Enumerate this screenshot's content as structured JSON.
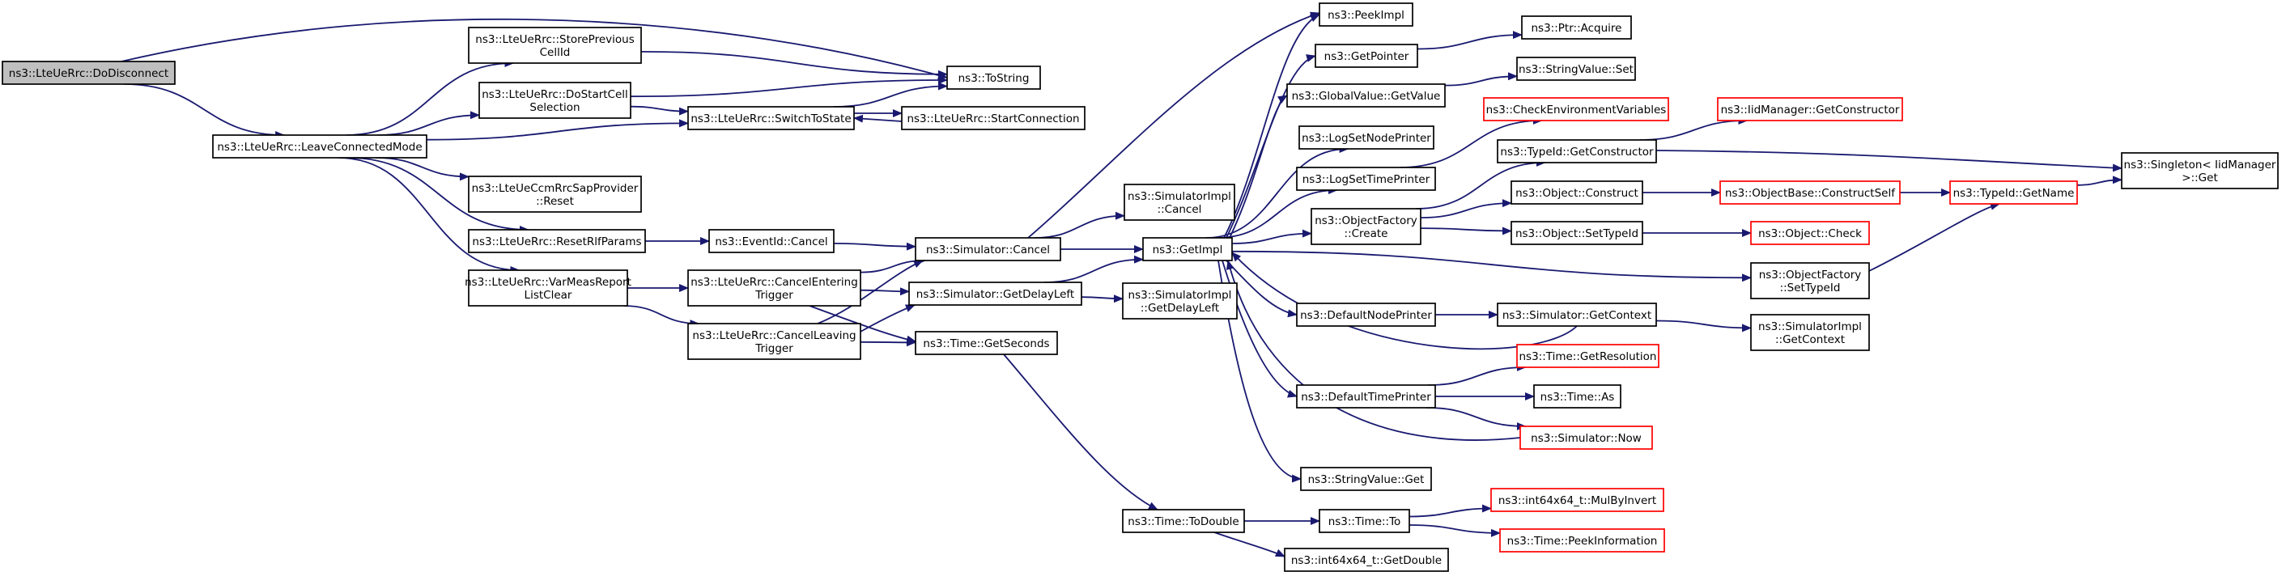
{
  "colors": {
    "edge": "#191970",
    "node_border": "#000000",
    "node_fill": "#ffffff",
    "root_fill": "#bfbfbf",
    "partial_border": "#ff0000",
    "text": "#000000"
  },
  "nodes": [
    {
      "id": "doDisconnect",
      "lines": [
        "ns3::LteUeRrc::DoDisconnect"
      ],
      "root": true
    },
    {
      "id": "leaveConnectedMode",
      "lines": [
        "ns3::LteUeRrc::LeaveConnectedMode"
      ]
    },
    {
      "id": "storePreviousCellId",
      "lines": [
        "ns3::LteUeRrc::StorePrevious",
        "CellId"
      ]
    },
    {
      "id": "doStartCellSelection",
      "lines": [
        "ns3::LteUeRrc::DoStartCell",
        "Selection"
      ]
    },
    {
      "id": "ccmRrcSapReset",
      "lines": [
        "ns3::LteUeCcmRrcSapProvider",
        "::Reset"
      ]
    },
    {
      "id": "resetRlfParams",
      "lines": [
        "ns3::LteUeRrc::ResetRlfParams"
      ]
    },
    {
      "id": "varMeasReportListClear",
      "lines": [
        "ns3::LteUeRrc::VarMeasReport",
        "ListClear"
      ]
    },
    {
      "id": "toString",
      "lines": [
        "ns3::ToString"
      ]
    },
    {
      "id": "switchToState",
      "lines": [
        "ns3::LteUeRrc::SwitchToState"
      ]
    },
    {
      "id": "startConnection",
      "lines": [
        "ns3::LteUeRrc::StartConnection"
      ]
    },
    {
      "id": "eventIdCancel",
      "lines": [
        "ns3::EventId::Cancel"
      ]
    },
    {
      "id": "cancelEnteringTrigger",
      "lines": [
        "ns3::LteUeRrc::CancelEntering",
        "Trigger"
      ]
    },
    {
      "id": "cancelLeavingTrigger",
      "lines": [
        "ns3::LteUeRrc::CancelLeaving",
        "Trigger"
      ]
    },
    {
      "id": "simulatorCancel",
      "lines": [
        "ns3::Simulator::Cancel"
      ]
    },
    {
      "id": "simulatorGetDelayLeft",
      "lines": [
        "ns3::Simulator::GetDelayLeft"
      ]
    },
    {
      "id": "timeGetSeconds",
      "lines": [
        "ns3::Time::GetSeconds"
      ]
    },
    {
      "id": "simulatorImplCancel",
      "lines": [
        "ns3::SimulatorImpl",
        "::Cancel"
      ]
    },
    {
      "id": "simulatorImplGetDelayLeft",
      "lines": [
        "ns3::SimulatorImpl",
        "::GetDelayLeft"
      ]
    },
    {
      "id": "getImpl",
      "lines": [
        "ns3::GetImpl"
      ]
    },
    {
      "id": "timeToDouble",
      "lines": [
        "ns3::Time::ToDouble"
      ]
    },
    {
      "id": "timeTo",
      "lines": [
        "ns3::Time::To"
      ]
    },
    {
      "id": "int64GetDouble",
      "lines": [
        "ns3::int64x64_t::GetDouble"
      ]
    },
    {
      "id": "peekImpl",
      "lines": [
        "ns3::PeekImpl"
      ]
    },
    {
      "id": "getPointer",
      "lines": [
        "ns3::GetPointer"
      ]
    },
    {
      "id": "globalValueGetValue",
      "lines": [
        "ns3::GlobalValue::GetValue"
      ]
    },
    {
      "id": "logSetNodePrinter",
      "lines": [
        "ns3::LogSetNodePrinter"
      ]
    },
    {
      "id": "logSetTimePrinter",
      "lines": [
        "ns3::LogSetTimePrinter"
      ]
    },
    {
      "id": "objectFactoryCreate",
      "lines": [
        "ns3::ObjectFactory",
        "::Create"
      ]
    },
    {
      "id": "defaultNodePrinter",
      "lines": [
        "ns3::DefaultNodePrinter"
      ]
    },
    {
      "id": "defaultTimePrinter",
      "lines": [
        "ns3::DefaultTimePrinter"
      ]
    },
    {
      "id": "stringValueGet",
      "lines": [
        "ns3::StringValue::Get"
      ]
    },
    {
      "id": "ptrAcquire",
      "lines": [
        "ns3::Ptr::Acquire"
      ]
    },
    {
      "id": "stringValueSet",
      "lines": [
        "ns3::StringValue::Set"
      ]
    },
    {
      "id": "checkEnvironmentVariables",
      "lines": [
        "ns3::CheckEnvironmentVariables"
      ],
      "partial": true
    },
    {
      "id": "typeIdGetConstructor",
      "lines": [
        "ns3::TypeId::GetConstructor"
      ]
    },
    {
      "id": "objectConstruct",
      "lines": [
        "ns3::Object::Construct"
      ]
    },
    {
      "id": "objectSetTypeId",
      "lines": [
        "ns3::Object::SetTypeId"
      ]
    },
    {
      "id": "objectFactorySetTypeId",
      "lines": [
        "ns3::ObjectFactory",
        "::SetTypeId"
      ]
    },
    {
      "id": "simulatorGetContext",
      "lines": [
        "ns3::Simulator::GetContext"
      ]
    },
    {
      "id": "timeGetResolution",
      "lines": [
        "ns3::Time::GetResolution"
      ],
      "partial": true
    },
    {
      "id": "timeAs",
      "lines": [
        "ns3::Time::As"
      ]
    },
    {
      "id": "simulatorNow",
      "lines": [
        "ns3::Simulator::Now"
      ],
      "partial": true
    },
    {
      "id": "mulByInvert",
      "lines": [
        "ns3::int64x64_t::MulByInvert"
      ],
      "partial": true
    },
    {
      "id": "peekInformation",
      "lines": [
        "ns3::Time::PeekInformation"
      ],
      "partial": true
    },
    {
      "id": "iidManagerGetConstructor",
      "lines": [
        "ns3::IidManager::GetConstructor"
      ],
      "partial": true
    },
    {
      "id": "objectBaseConstructSelf",
      "lines": [
        "ns3::ObjectBase::ConstructSelf"
      ],
      "partial": true
    },
    {
      "id": "objectCheck",
      "lines": [
        "ns3::Object::Check"
      ],
      "partial": true
    },
    {
      "id": "simulatorImplGetContext",
      "lines": [
        "ns3::SimulatorImpl",
        "::GetContext"
      ]
    },
    {
      "id": "typeIdGetName",
      "lines": [
        "ns3::TypeId::GetName"
      ],
      "partial": true
    },
    {
      "id": "singletonGet",
      "lines": [
        "ns3::Singleton< IidManager",
        " >::Get"
      ]
    }
  ],
  "edges": [
    [
      "doDisconnect",
      "leaveConnectedMode"
    ],
    [
      "doDisconnect",
      "toString"
    ],
    [
      "leaveConnectedMode",
      "storePreviousCellId"
    ],
    [
      "leaveConnectedMode",
      "doStartCellSelection"
    ],
    [
      "leaveConnectedMode",
      "switchToState"
    ],
    [
      "leaveConnectedMode",
      "ccmRrcSapReset"
    ],
    [
      "leaveConnectedMode",
      "resetRlfParams"
    ],
    [
      "leaveConnectedMode",
      "varMeasReportListClear"
    ],
    [
      "storePreviousCellId",
      "toString"
    ],
    [
      "doStartCellSelection",
      "toString"
    ],
    [
      "doStartCellSelection",
      "switchToState"
    ],
    [
      "switchToState",
      "toString"
    ],
    [
      "switchToState",
      "startConnection"
    ],
    [
      "startConnection",
      "switchToState"
    ],
    [
      "resetRlfParams",
      "eventIdCancel"
    ],
    [
      "eventIdCancel",
      "simulatorCancel"
    ],
    [
      "varMeasReportListClear",
      "cancelEnteringTrigger"
    ],
    [
      "varMeasReportListClear",
      "cancelLeavingTrigger"
    ],
    [
      "cancelEnteringTrigger",
      "simulatorCancel"
    ],
    [
      "cancelEnteringTrigger",
      "simulatorGetDelayLeft"
    ],
    [
      "cancelEnteringTrigger",
      "timeGetSeconds"
    ],
    [
      "cancelLeavingTrigger",
      "simulatorCancel"
    ],
    [
      "cancelLeavingTrigger",
      "simulatorGetDelayLeft"
    ],
    [
      "cancelLeavingTrigger",
      "timeGetSeconds"
    ],
    [
      "simulatorCancel",
      "peekImpl"
    ],
    [
      "simulatorCancel",
      "simulatorImplCancel"
    ],
    [
      "simulatorCancel",
      "getImpl"
    ],
    [
      "simulatorGetDelayLeft",
      "getImpl"
    ],
    [
      "simulatorGetDelayLeft",
      "simulatorImplGetDelayLeft"
    ],
    [
      "timeGetSeconds",
      "timeToDouble"
    ],
    [
      "timeToDouble",
      "timeTo"
    ],
    [
      "timeToDouble",
      "int64GetDouble"
    ],
    [
      "timeTo",
      "mulByInvert"
    ],
    [
      "timeTo",
      "peekInformation"
    ],
    [
      "getImpl",
      "peekImpl"
    ],
    [
      "getImpl",
      "getPointer"
    ],
    [
      "getImpl",
      "globalValueGetValue"
    ],
    [
      "getImpl",
      "logSetNodePrinter"
    ],
    [
      "getImpl",
      "logSetTimePrinter"
    ],
    [
      "getImpl",
      "objectFactoryCreate"
    ],
    [
      "getImpl",
      "objectFactorySetTypeId"
    ],
    [
      "getImpl",
      "defaultNodePrinter"
    ],
    [
      "getImpl",
      "defaultTimePrinter"
    ],
    [
      "getImpl",
      "stringValueGet"
    ],
    [
      "getPointer",
      "ptrAcquire"
    ],
    [
      "globalValueGetValue",
      "stringValueSet"
    ],
    [
      "logSetTimePrinter",
      "checkEnvironmentVariables"
    ],
    [
      "objectFactoryCreate",
      "typeIdGetConstructor"
    ],
    [
      "objectFactoryCreate",
      "objectConstruct"
    ],
    [
      "objectFactoryCreate",
      "objectSetTypeId"
    ],
    [
      "typeIdGetConstructor",
      "iidManagerGetConstructor"
    ],
    [
      "typeIdGetConstructor",
      "singletonGet"
    ],
    [
      "objectConstruct",
      "objectBaseConstructSelf"
    ],
    [
      "objectBaseConstructSelf",
      "typeIdGetName"
    ],
    [
      "objectSetTypeId",
      "objectCheck"
    ],
    [
      "objectFactorySetTypeId",
      "typeIdGetName"
    ],
    [
      "typeIdGetName",
      "singletonGet"
    ],
    [
      "defaultNodePrinter",
      "simulatorGetContext"
    ],
    [
      "simulatorGetContext",
      "getImpl"
    ],
    [
      "simulatorGetContext",
      "simulatorImplGetContext"
    ],
    [
      "defaultTimePrinter",
      "timeGetResolution"
    ],
    [
      "defaultTimePrinter",
      "timeAs"
    ],
    [
      "defaultTimePrinter",
      "simulatorNow"
    ],
    [
      "simulatorNow",
      "getImpl"
    ]
  ]
}
